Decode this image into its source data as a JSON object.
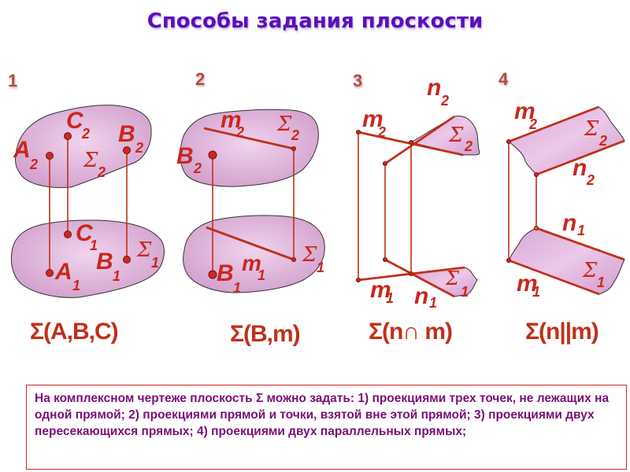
{
  "title": "Способы задания  плоскости",
  "panels": [
    {
      "number": "1",
      "formula": "Σ(A,B,C)",
      "labels": {
        "a2": "A",
        "a2_sub": "2",
        "b2": "B",
        "b2_sub": "2",
        "c2": "C",
        "c2_sub": "2",
        "s2": "Σ",
        "s2_sub": "2",
        "a1": "A",
        "a1_sub": "1",
        "b1": "B",
        "b1_sub": "1",
        "c1": "C",
        "c1_sub": "1",
        "s1": "Σ",
        "s1_sub": "1"
      }
    },
    {
      "number": "2",
      "formula": "Σ(B,m)",
      "labels": {
        "m2": "m",
        "m2_sub": "2",
        "b2": "B",
        "b2_sub": "2",
        "s2": "Σ",
        "s2_sub": "2",
        "m1": "m",
        "m1_sub": "1",
        "b1": "B",
        "b1_sub": "1",
        "s1": "Σ",
        "s1_sub": "1"
      }
    },
    {
      "number": "3",
      "formula": "Σ(n∩ m)",
      "labels": {
        "n2": "n",
        "n2_sub": "2",
        "m2": "m",
        "m2_sub": "2",
        "s2": "Σ",
        "s2_sub": "2",
        "m1": "m",
        "m1_sub": "1",
        "n1": "n",
        "n1_sub": "1",
        "s1": "Σ",
        "s1_sub": "1"
      }
    },
    {
      "number": "4",
      "formula": "Σ(n||m)",
      "labels": {
        "m2": "m",
        "m2_sub": "2",
        "s2": "Σ",
        "s2_sub": "2",
        "n2": "n",
        "n2_sub": "2",
        "n1": "n",
        "n1_sub": "1",
        "s1": "Σ",
        "s1_sub": "1",
        "m1": "m",
        "m1_sub": "1"
      }
    }
  ],
  "note": "На комплексном чертеже плоскость  Σ  можно задать: 1) проекциями трех точек, не лежащих на одной прямой; 2) проекциями прямой и точки, взятой вне этой прямой; 3) проекциями двух пересекающихся прямых; 4) проекциями двух параллельных прямых;",
  "colors": {
    "title": "#5a10b8",
    "line": "#c0301a",
    "label": "#c8281e",
    "plane_fill": "#e4b8e0",
    "note_text": "#7a0f7a",
    "note_border": "#dd2222",
    "panel_number": "#b04a4a"
  }
}
